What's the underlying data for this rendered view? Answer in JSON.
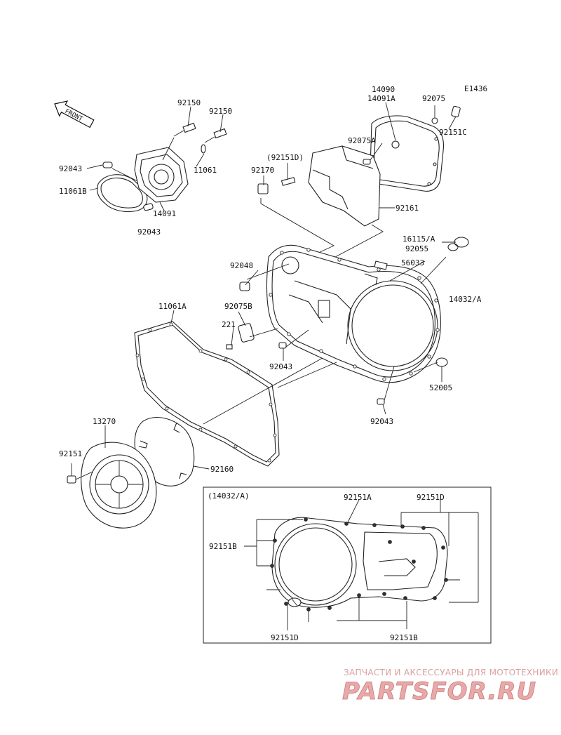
{
  "diagram_code": "E1436",
  "front_label": "FRONT",
  "parts": {
    "p92150a": "92150",
    "p92150b": "92150",
    "p92043_a": "92043",
    "p11061b": "11061B",
    "p11061": "11061",
    "p14091": "14091",
    "p92043_b": "92043",
    "p14090": "14090",
    "p14091a": "14091A",
    "p92075": "92075",
    "p92151c": "92151C",
    "p92075a": "92075A",
    "p92151d_top": "(92151D)",
    "p92170": "92170",
    "p92161": "92161",
    "p16115a": "16115/A",
    "p92055": "92055",
    "p56033": "56033",
    "p92048": "92048",
    "p14032a": "14032/A",
    "p11061a": "11061A",
    "p92075b": "92075B",
    "p221": "221",
    "p92043_c": "92043",
    "p52005": "52005",
    "p92043_d": "92043",
    "p13270": "13270",
    "p92151": "92151",
    "p92160": "92160"
  },
  "inset": {
    "title": "(14032/A)",
    "l92151a": "92151A",
    "l92151d_top": "92151D",
    "l92151b_left": "92151B",
    "l92151d_bottom": "92151D",
    "l92151b_bottom": "92151B"
  },
  "watermark": {
    "tagline": "ЗАПЧАСТИ И АКСЕССУАРЫ ДЛЯ МОТОТЕХНИКИ",
    "logo": "PARTSFOR.RU"
  }
}
